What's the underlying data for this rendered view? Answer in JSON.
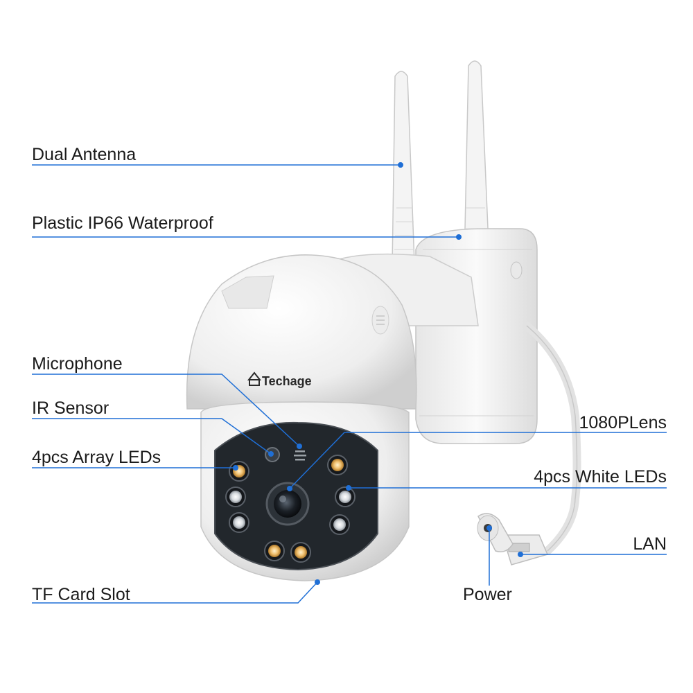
{
  "brand": {
    "name": "Techage"
  },
  "colors": {
    "leader_line": "#1f6fd6",
    "label_text": "#1a1a1a",
    "housing": "#f2f2f2",
    "faceplate": "#202428",
    "warm_led": "#e8b056",
    "white_led": "#d9dde2"
  },
  "labels": {
    "dual_antenna": "Dual Antenna",
    "plastic_waterproof": "Plastic IP66 Waterproof",
    "microphone": "Microphone",
    "ir_sensor": "IR Sensor",
    "array_leds": "4pcs Array LEDs",
    "tf_card_slot": "TF Card Slot",
    "lens": "1080PLens",
    "white_leds": "4pcs White LEDs",
    "lan": "LAN",
    "power": "Power"
  }
}
